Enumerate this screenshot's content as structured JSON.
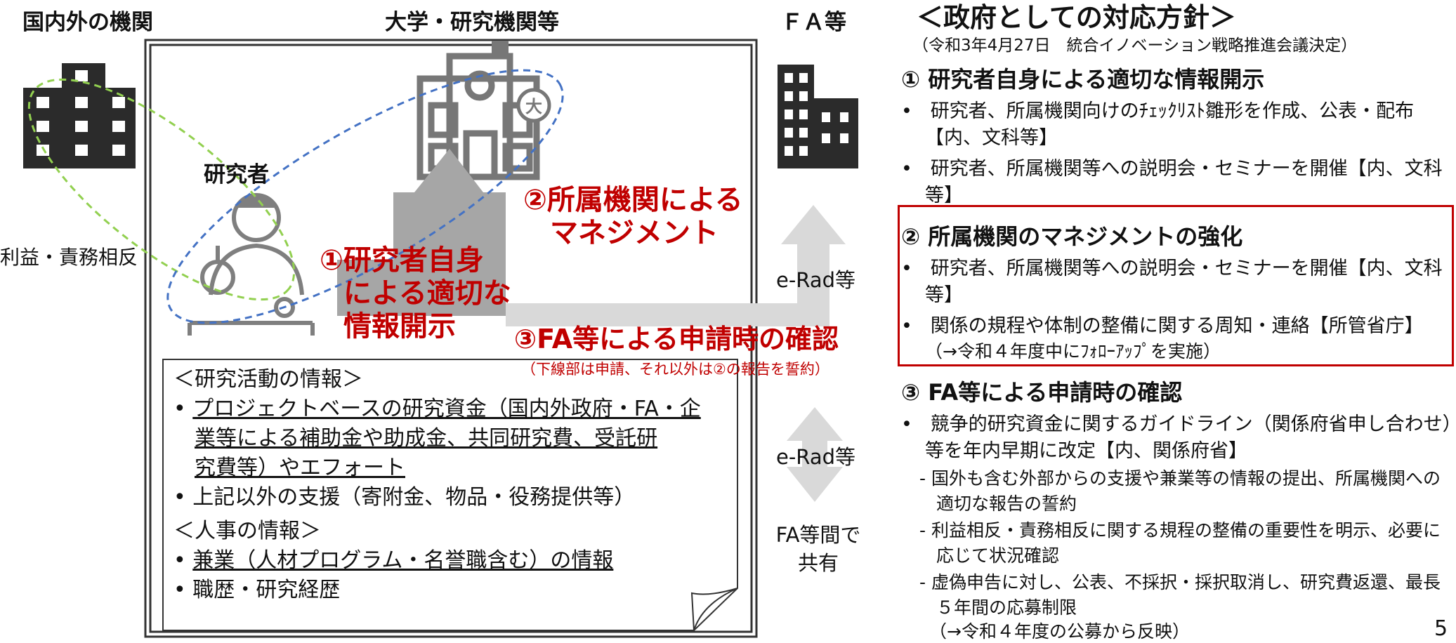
{
  "left": {
    "col_domestic": "国内外の機関",
    "col_univ": "大学・研究機関等",
    "col_fa": "ＦＡ等",
    "researcher": "研究者",
    "conflict": "利益・責務相反",
    "label1": [
      "①研究者自身",
      "による適切な",
      "情報開示"
    ],
    "label2": [
      "②所属機関による",
      "マネジメント"
    ],
    "label3": "③FA等による申請時の確認",
    "label3_note": "（下線部は申請、それ以外は②の報告を誓約）",
    "erad1": "e-Rad等",
    "erad2": "e-Rad等",
    "fa_share": [
      "FA等間で",
      "共有"
    ],
    "info_title1": "＜研究活動の情報＞",
    "info_item1": [
      "プロジェクトベースの研究資金（国内外政府・FA・企",
      "業等による補助金や助成金、共同研究費、受託研",
      "究費等）やエフォート"
    ],
    "info_item2": "上記以外の支援（寄附金、物品・役務提供等）",
    "info_title2": "＜人事の情報＞",
    "info_item3": "兼業（人材プログラム・名誉職含む）の情報",
    "info_item4": "職歴・研究経歴"
  },
  "right": {
    "title": "＜政府としての対応方針＞",
    "subtitle": "（令和3年4月27日　統合イノベーション戦略推進会議決定）",
    "h1": "① 研究者自身による適切な情報開示",
    "s1_b1": "研究者、所属機関向けのﾁｪｯｸﾘｽﾄ雛形を作成、公表・配布【内、文科等】",
    "s1_b2": "研究者、所属機関等への説明会・セミナーを開催【内、文科等】",
    "h2": "② 所属機関のマネジメントの強化",
    "s2_b1": "研究者、所属機関等への説明会・セミナーを開催【内、文科等】",
    "s2_b2": "関係の規程や体制の整備に関する周知・連絡【所管省庁】",
    "s2_note": "（→令和４年度中にﾌｫﾛｰｱｯﾌﾟを実施）",
    "h3": "③ FA等による申請時の確認",
    "s3_b1": "競争的研究資金に関するガイドライン（関係府省申し合わせ）等を年内早期に改定【内、関係府省】",
    "s3_sub1": "- 国外も含む外部からの支援や兼業等の情報の提出、所属機関への適切な報告の誓約",
    "s3_sub2": "- 利益相反・責務相反に関する規程の整備の重要性を明示、必要に応じて状況確認",
    "s3_sub3": "- 虚偽申告に対し、公表、不採択・採択取消し、研究費返還、最長５年間の応募制限",
    "s3_note": "（→令和４年度の公募から反映）"
  },
  "page_number": "5"
}
